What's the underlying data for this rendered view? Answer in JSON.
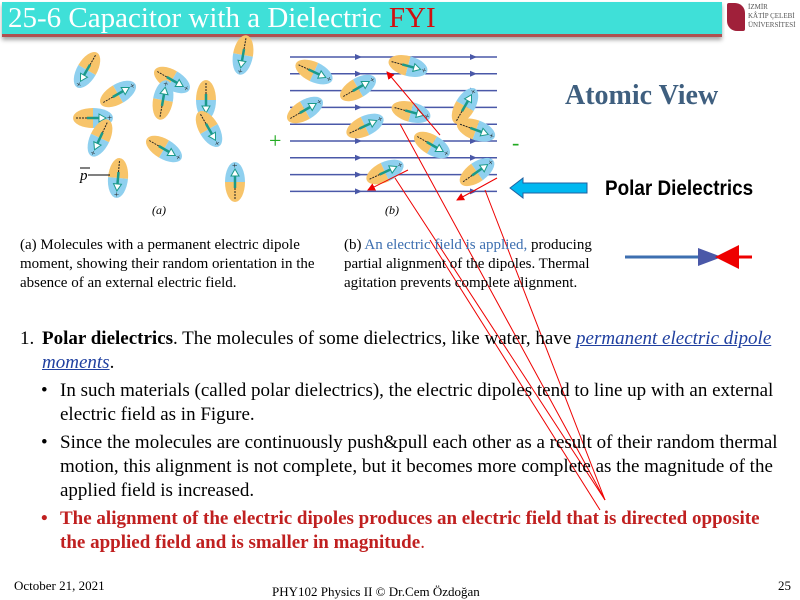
{
  "header": {
    "title": "25-6 Capacitor with a Dielectric ",
    "title_accent": "FYI",
    "logo_lines": [
      "İZMİR",
      "KÂTİP ÇELEBİ",
      "ÜNİVERSİTESİ"
    ]
  },
  "figure": {
    "label_a": "(a)",
    "label_b": "(b)",
    "p_label": "p",
    "plus": "+",
    "minus": "-"
  },
  "atomic_view": "Atomic View",
  "polar_dielectrics": "Polar Dielectrics",
  "caption_a": "(a) Molecules with a permanent electric dipole moment, showing their random orientation in the absence of an external electric field.",
  "caption_b": {
    "prefix": "(b) ",
    "blue": "An electric field is applied,",
    "rest": " producing partial alignment of the dipoles. Thermal agitation prevents complete alignment."
  },
  "body": {
    "num": "1.",
    "heading": "Polar dielectrics",
    "intro": ". The molecules of some dielectrics, like water, have ",
    "link": "permanent electric dipole moments",
    "end": ".",
    "bullets": [
      "In such materials (called polar dielectrics), the electric dipoles tend to line up with an external electric field as in Figure.",
      "Since the molecules are continuously push&pull  each other as a result of their random thermal motion, this alignment is not complete, but it becomes more complete as the magnitude of the applied field is increased."
    ],
    "red_bullet": "The alignment of the electric dipoles produces an electric field that is directed opposite the applied field and is smaller in magnitude",
    "red_end": "."
  },
  "footer": {
    "date": "October 21, 2021",
    "course": "PHY102 Physics II © Dr.Cem Özdoğan",
    "page": "25"
  },
  "colors": {
    "title_bg": "#3fe0d8",
    "accent_red": "#d01010",
    "field_line": "#4a58a8",
    "atomic": "#3f5f7f"
  }
}
